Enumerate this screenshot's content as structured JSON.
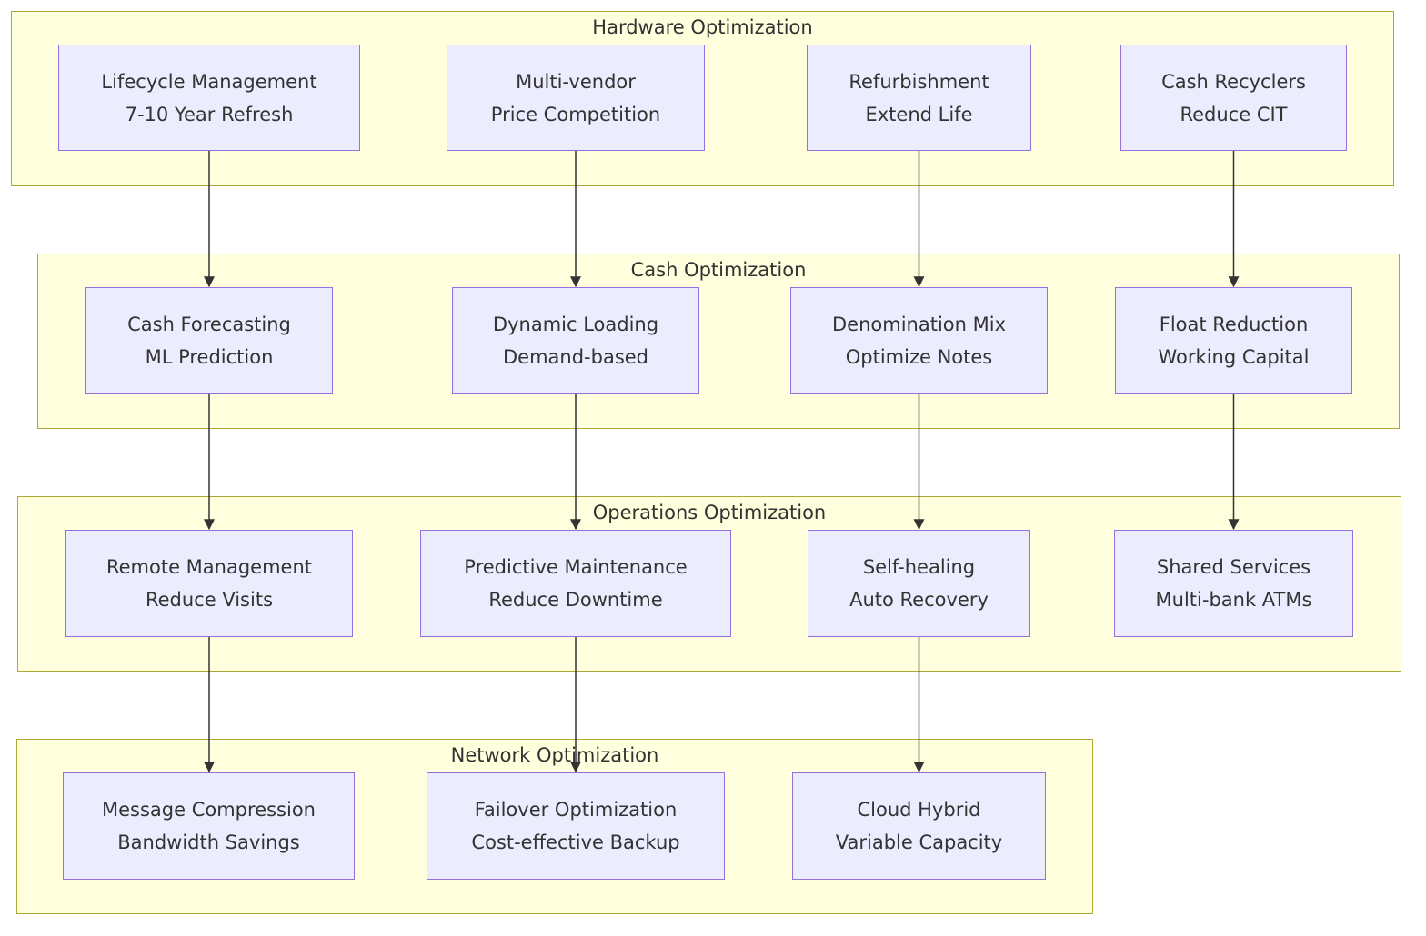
{
  "clusters": {
    "hardware": {
      "title": "Hardware Optimization"
    },
    "cash": {
      "title": "Cash Optimization"
    },
    "operations": {
      "title": "Operations Optimization"
    },
    "network": {
      "title": "Network Optimization"
    }
  },
  "nodes": {
    "lifecycle": {
      "line1": "Lifecycle Management",
      "line2": "7-10 Year Refresh"
    },
    "multivendor": {
      "line1": "Multi-vendor",
      "line2": "Price Competition"
    },
    "refurb": {
      "line1": "Refurbishment",
      "line2": "Extend Life"
    },
    "recyclers": {
      "line1": "Cash Recyclers",
      "line2": "Reduce CIT"
    },
    "forecast": {
      "line1": "Cash Forecasting",
      "line2": "ML Prediction"
    },
    "dynamic": {
      "line1": "Dynamic Loading",
      "line2": "Demand-based"
    },
    "denom": {
      "line1": "Denomination Mix",
      "line2": "Optimize Notes"
    },
    "float": {
      "line1": "Float Reduction",
      "line2": "Working Capital"
    },
    "remote": {
      "line1": "Remote Management",
      "line2": "Reduce Visits"
    },
    "predictive": {
      "line1": "Predictive Maintenance",
      "line2": "Reduce Downtime"
    },
    "selfheal": {
      "line1": "Self-healing",
      "line2": "Auto Recovery"
    },
    "shared": {
      "line1": "Shared Services",
      "line2": "Multi-bank ATMs"
    },
    "compression": {
      "line1": "Message Compression",
      "line2": "Bandwidth Savings"
    },
    "failover": {
      "line1": "Failover Optimization",
      "line2": "Cost-effective Backup"
    },
    "cloud": {
      "line1": "Cloud Hybrid",
      "line2": "Variable Capacity"
    }
  },
  "edges": [
    {
      "from": "lifecycle",
      "to": "forecast"
    },
    {
      "from": "multivendor",
      "to": "dynamic"
    },
    {
      "from": "refurb",
      "to": "denom"
    },
    {
      "from": "recyclers",
      "to": "float"
    },
    {
      "from": "forecast",
      "to": "remote"
    },
    {
      "from": "dynamic",
      "to": "predictive"
    },
    {
      "from": "denom",
      "to": "selfheal"
    },
    {
      "from": "float",
      "to": "shared"
    },
    {
      "from": "remote",
      "to": "compression"
    },
    {
      "from": "predictive",
      "to": "failover"
    },
    {
      "from": "selfheal",
      "to": "cloud"
    }
  ]
}
